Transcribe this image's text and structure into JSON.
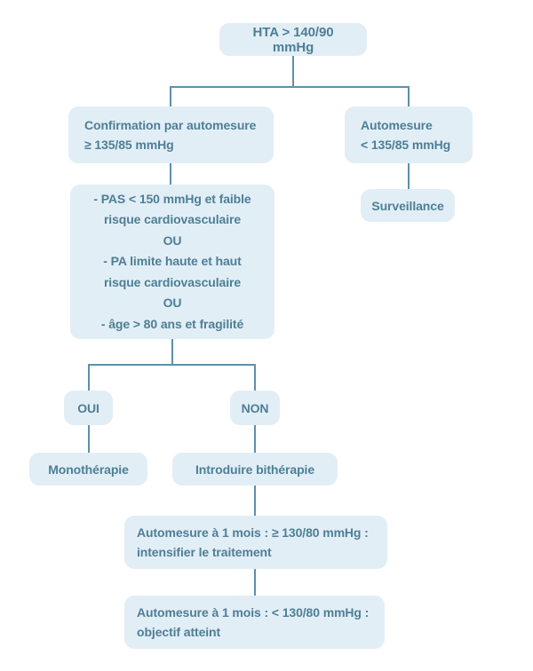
{
  "diagram": {
    "title": "Arbre decisionnel HTA",
    "palette": {
      "node_fill": "#e2eef6",
      "node_text": "#4d7f96",
      "connector": "#5b91ab",
      "background": "#ffffff"
    },
    "nodes": {
      "hta": {
        "label": "HTA > 140/90 mmHg"
      },
      "confirmation": {
        "label": "Confirmation par automesure\n≥ 135/85 mmHg"
      },
      "automesure_inf": {
        "label": "Automesure\n< 135/85 mmHg"
      },
      "surveillance": {
        "label": "Surveillance"
      },
      "criteria": {
        "label": "- PAS < 150 mmHg et faible\nrisque cardiovasculaire\nOU\n- PA limite haute et haut\nrisque cardiovasculaire\nOU\n- âge > 80 ans et fragilité"
      },
      "oui": {
        "label": "OUI"
      },
      "non": {
        "label": "NON"
      },
      "monotherapie": {
        "label": "Monothérapie"
      },
      "bitherapie": {
        "label": "Introduire bithérapie"
      },
      "intensifier": {
        "label": "Automesure à 1 mois : ≥ 130/80 mmHg :\nintensifier le traitement"
      },
      "objectif": {
        "label": "Automesure à 1 mois : < 130/80 mmHg :\nobjectif atteint"
      }
    }
  },
  "chart_data": {
    "type": "table",
    "title": "Arbre decisionnel de prise en charge de l'HTA",
    "flow": [
      {
        "id": "hta",
        "text": "HTA > 140/90 mmHg",
        "level": 0,
        "children": [
          "confirmation",
          "automesure_inf"
        ]
      },
      {
        "id": "confirmation",
        "text": "Confirmation par automesure ≥ 135/85 mmHg",
        "level": 1,
        "children": [
          "criteria"
        ]
      },
      {
        "id": "automesure_inf",
        "text": "Automesure < 135/85 mmHg",
        "level": 1,
        "children": [
          "surveillance"
        ]
      },
      {
        "id": "surveillance",
        "text": "Surveillance",
        "level": 2,
        "children": []
      },
      {
        "id": "criteria",
        "text": "- PAS < 150 mmHg et faible risque cardiovasculaire OU - PA limite haute et haut risque cardiovasculaire OU - âge > 80 ans et fragilité",
        "level": 2,
        "children": [
          "oui",
          "non"
        ]
      },
      {
        "id": "oui",
        "text": "OUI",
        "level": 3,
        "children": [
          "monotherapie"
        ]
      },
      {
        "id": "non",
        "text": "NON",
        "level": 3,
        "children": [
          "bitherapie"
        ]
      },
      {
        "id": "monotherapie",
        "text": "Monothérapie",
        "level": 4,
        "children": []
      },
      {
        "id": "bitherapie",
        "text": "Introduire bithérapie",
        "level": 4,
        "children": [
          "intensifier"
        ]
      },
      {
        "id": "intensifier",
        "text": "Automesure à 1 mois : ≥ 130/80 mmHg : intensifier le traitement",
        "level": 5,
        "children": [
          "objectif"
        ]
      },
      {
        "id": "objectif",
        "text": "Automesure à 1 mois : < 130/80 mmHg : objectif atteint",
        "level": 6,
        "children": []
      }
    ]
  }
}
